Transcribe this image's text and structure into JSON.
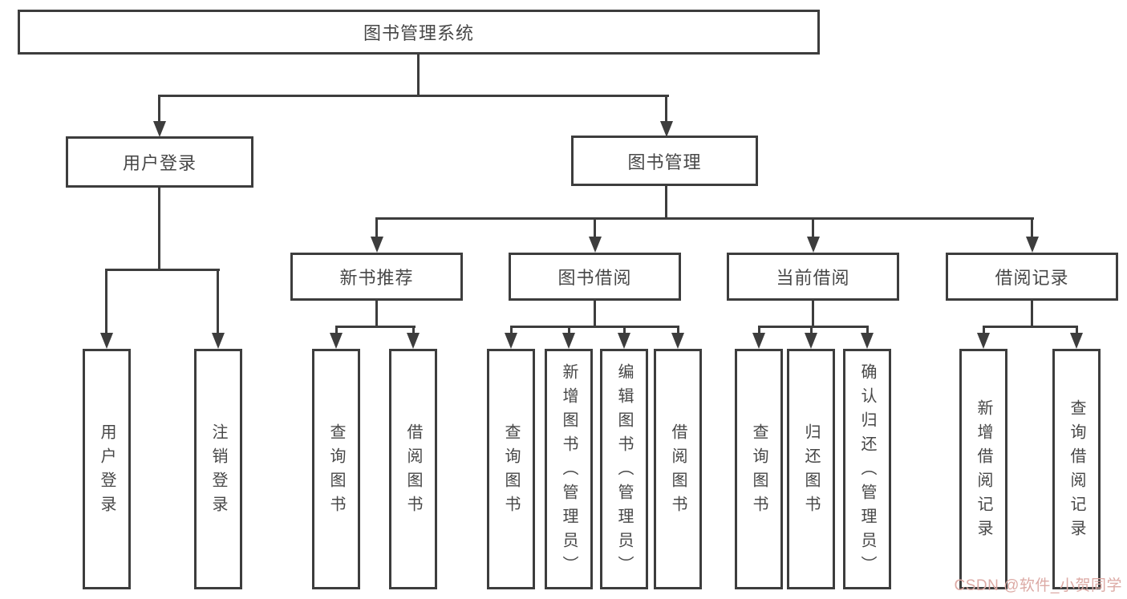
{
  "diagram": {
    "root": {
      "label": "图书管理系统"
    },
    "level2": {
      "user_login": {
        "label": "用户登录"
      },
      "book_management": {
        "label": "图书管理"
      }
    },
    "level3": {
      "new_book_recommend": {
        "label": "新书推荐"
      },
      "book_borrowing": {
        "label": "图书借阅"
      },
      "current_borrowing": {
        "label": "当前借阅"
      },
      "borrowing_records": {
        "label": "借阅记录"
      }
    },
    "leaves": {
      "user_login": {
        "label": "用户登录"
      },
      "logout": {
        "label": "注销登录"
      },
      "recommend_query_books": {
        "label": "查询图书"
      },
      "recommend_borrow_books": {
        "label": "借阅图书"
      },
      "borrowing_query_books": {
        "label": "查询图书"
      },
      "borrowing_add_books": {
        "label": "新增图书（管理员）"
      },
      "borrowing_edit_books": {
        "label": "编辑图书（管理员）"
      },
      "borrowing_borrow_books": {
        "label": "借阅图书"
      },
      "current_query_books": {
        "label": "查询图书"
      },
      "current_return_books": {
        "label": "归还图书"
      },
      "current_confirm_return": {
        "label": "确认归还（管理员）"
      },
      "records_add_record": {
        "label": "新增借阅记录"
      },
      "records_query_record": {
        "label": "查询借阅记录"
      }
    }
  },
  "watermark": {
    "text": "CSDN @软件_小贺同学",
    "color": "#dcaaa5"
  },
  "colors": {
    "line": "#3d3d3d",
    "text": "#474747",
    "background": "#ffffff"
  }
}
